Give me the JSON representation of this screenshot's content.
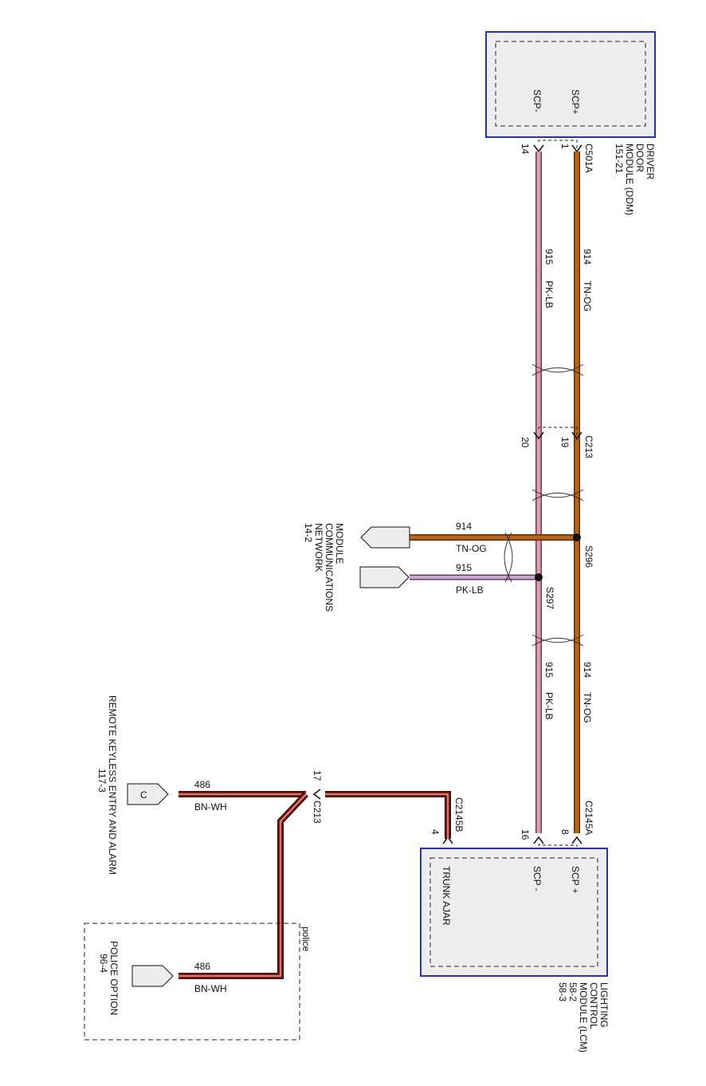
{
  "modules": {
    "ddm": {
      "name_lines": [
        "DRIVER",
        "DOOR",
        "MODULE (DDM)",
        "151-21"
      ],
      "connector": "C501A",
      "pin_scp_plus": "SCP+",
      "pin_scp_minus": "SCP-",
      "pin_num_plus": "1",
      "pin_num_minus": "14"
    },
    "lcm": {
      "name_lines": [
        "LIGHTING",
        "CONTROL",
        "MODULE (LCM)",
        "58-2",
        "58-3"
      ],
      "connector_a": "C2145A",
      "connector_b": "C2145B",
      "pin_scp_plus": "SCP +",
      "pin_scp_minus": "SCP -",
      "pin_trunk": "TRUNK AJAR",
      "pin_num_plus": "8",
      "pin_num_minus": "16",
      "pin_num_trunk": "4"
    }
  },
  "wires": {
    "tn_og": {
      "circuit": "914",
      "color_code": "TN-OG",
      "color": "#b8651b"
    },
    "pk_lb": {
      "circuit": "915",
      "color_code": "PK-LB",
      "color": "#d9a0b2"
    },
    "bn_wh": {
      "circuit": "486",
      "color_code": "BN-WH",
      "color": "#7a1410"
    }
  },
  "connectors": {
    "c213": "C213",
    "c213_pin_19": "19",
    "c213_pin_20": "20",
    "c213_pin_17": "17"
  },
  "splices": {
    "s296": "S296",
    "s297": "S297"
  },
  "references": {
    "mcn_lines": [
      "MODULE",
      "COMMUNICATIONS",
      "NETWORK",
      "14-2"
    ],
    "rke_lines": [
      "REMOTE KEYLESS ENTRY AND ALARM",
      "117-3"
    ],
    "rke_tag": "C",
    "police_lines": [
      "POLICE OPTION",
      "96-4"
    ],
    "police_box_label": "police"
  }
}
